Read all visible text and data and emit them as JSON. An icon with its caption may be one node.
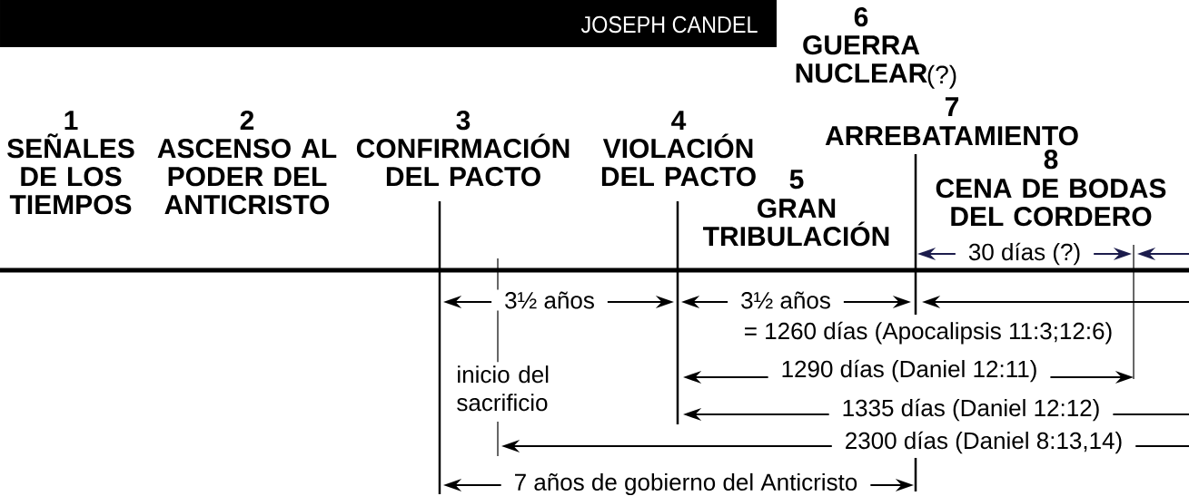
{
  "diagram": {
    "labels": [
      "JOSEPH CANDEL",
      "6",
      "GUERRA NUCLEAR",
      "(?)",
      "7",
      "ARREBATAMIENTO",
      "1",
      "SEÑALES DE LOS TIEMPOS",
      "2",
      "ASCENSO AL PODER DEL ANTICRISTO",
      "3",
      "CONFIRMACIÓN DEL PACTO",
      "4",
      "VIOLACIÓN DEL PACTO",
      "8",
      "CENA DE BODAS DEL CORDERO",
      "5",
      "GRAN TRIBULACIÓN",
      "30 días (?)",
      "3½ años",
      "3½ años",
      "= 1260 días (Apocalipsis 11:3;12:6)",
      "inicio del sacrificio",
      "1290 días (Daniel 12:11)",
      "1335 días (Daniel 12:12)",
      "2300 días (Daniel 8:13,14)",
      "7 años de gobierno del Anticristo"
    ]
  }
}
